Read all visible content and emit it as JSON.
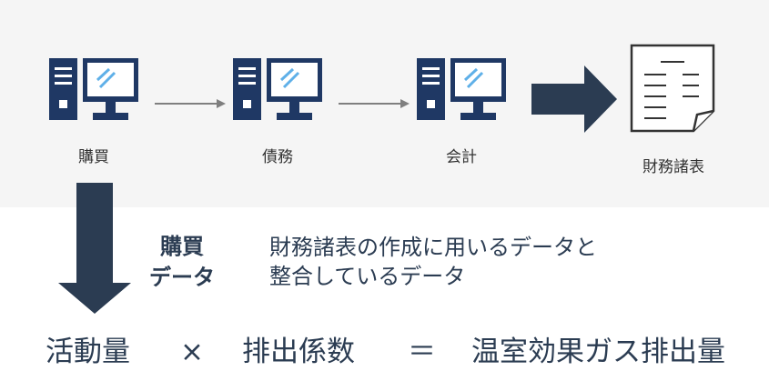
{
  "nodes": [
    {
      "label": "購買",
      "icon": "computer-icon"
    },
    {
      "label": "債務",
      "icon": "computer-icon"
    },
    {
      "label": "会計",
      "icon": "computer-icon"
    }
  ],
  "output": {
    "label": "財務諸表",
    "icon": "document-icon"
  },
  "data_label": {
    "line1": "購買",
    "line2": "データ"
  },
  "description": {
    "line1": "財務諸表の作成に用いるデータと",
    "line2": "整合しているデータ"
  },
  "formula": {
    "term1": "活動量",
    "op1": "×",
    "term2": "排出係数",
    "op2": "＝",
    "result": "温室効果ガス排出量"
  },
  "colors": {
    "primary": "#2b3c52",
    "icon": "#1f3864",
    "accent": "#5fb0e8",
    "background_band": "#f5f5f5"
  }
}
